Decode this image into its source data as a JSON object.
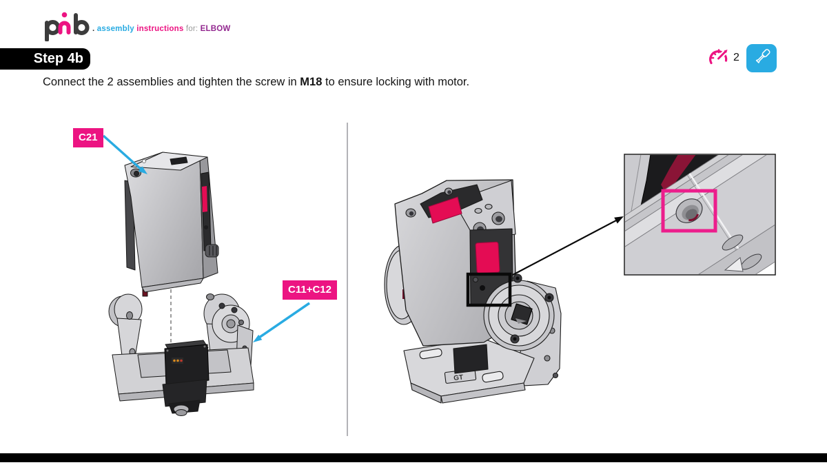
{
  "header": {
    "brand": "pib",
    "tagline": {
      "dot": ". ",
      "assembly": "assembly ",
      "instructions": "instructions ",
      "for": "for: ",
      "product": "ELBOW"
    },
    "step_label": "Step 4b",
    "tools": {
      "torque_count": "2"
    }
  },
  "instruction": {
    "prefix": "Connect the 2 assemblies and tighten the screw in ",
    "bold_ref": "M18",
    "suffix": " to ensure locking with motor."
  },
  "diagram": {
    "callouts": [
      {
        "text": "C21"
      },
      {
        "text": "C11+C12"
      }
    ],
    "base_engraving": "GT"
  },
  "icons": {
    "torque": "torque-gauge-icon",
    "screwdriver": "screwdriver-icon"
  },
  "colors": {
    "accent_pink": "#EC1482",
    "accent_cyan": "#29ABE2",
    "accent_purple": "#92278F",
    "servo_red": "#E40C54",
    "highlight_magenta": "#EC1E8C",
    "step_banner_bg": "#000000"
  }
}
